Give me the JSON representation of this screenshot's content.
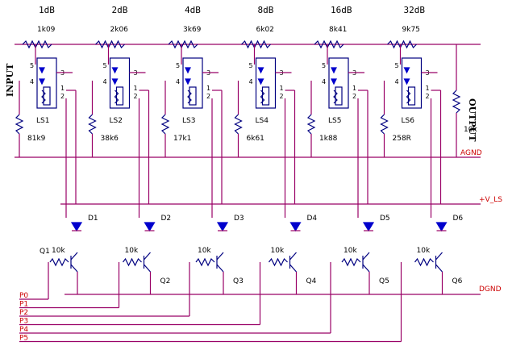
{
  "input_label": "INPUT",
  "output_label": "OUTPUT",
  "agnd_label": "AGND",
  "vls_label": "+V_LS",
  "dgnd_label": "DGND",
  "output_res": "10k",
  "stages": [
    {
      "db": "1dB",
      "series": "1k09",
      "shunt": "81k9",
      "relay": "LS1",
      "diode": "D1",
      "transistor": "Q1",
      "base_res": "10k",
      "port": "P0"
    },
    {
      "db": "2dB",
      "series": "2k06",
      "shunt": "38k6",
      "relay": "LS2",
      "diode": "D2",
      "transistor": "Q2",
      "base_res": "10k",
      "port": "P1"
    },
    {
      "db": "4dB",
      "series": "3k69",
      "shunt": "17k1",
      "relay": "LS3",
      "diode": "D3",
      "transistor": "Q3",
      "base_res": "10k",
      "port": "P2"
    },
    {
      "db": "8dB",
      "series": "6k02",
      "shunt": "6k61",
      "relay": "LS4",
      "diode": "D4",
      "transistor": "Q4",
      "base_res": "10k",
      "port": "P3"
    },
    {
      "db": "16dB",
      "series": "8k41",
      "shunt": "1k88",
      "relay": "LS5",
      "diode": "D5",
      "transistor": "Q5",
      "base_res": "10k",
      "port": "P4"
    },
    {
      "db": "32dB",
      "series": "9k75",
      "shunt": "258R",
      "relay": "LS6",
      "diode": "D6",
      "transistor": "Q6",
      "base_res": "10k",
      "port": "P5"
    }
  ],
  "pins": {
    "p5": "5",
    "p4": "4",
    "p3": "3",
    "p1": "1",
    "p2": "2"
  },
  "colors": {
    "wire": "#990066",
    "component": "#000080",
    "diode": "#0000cc",
    "net_label": "#cc0000"
  }
}
